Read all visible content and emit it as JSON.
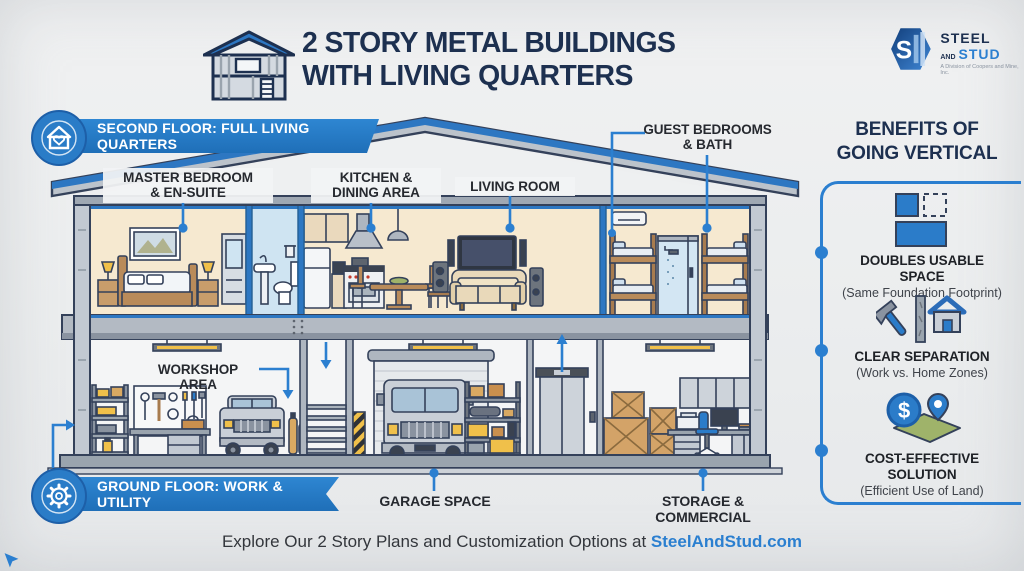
{
  "header": {
    "title_line1": "2 STORY METAL BUILDINGS",
    "title_line2": "WITH LIVING QUARTERS",
    "logo": {
      "mark": "S",
      "word1": "STEEL",
      "word2": "AND",
      "word3": "STUD",
      "tagline": "A Division of Coopers and Mine, Inc."
    }
  },
  "banners": {
    "second_floor": "SECOND FLOOR: FULL LIVING QUARTERS",
    "ground_floor": "GROUND FLOOR: WORK & UTILITY"
  },
  "room_labels": {
    "master_bedroom": [
      "MASTER BEDROOM",
      "& EN-SUITE"
    ],
    "kitchen": [
      "KITCHEN &",
      "DINING AREA"
    ],
    "living_room": "LIVING ROOM",
    "guest_bedrooms": [
      "GUEST BEDROOMS",
      "& BATH"
    ],
    "workshop": "WORKSHOP AREA",
    "garage": "GARAGE SPACE",
    "storage": "STORAGE & COMMERCIAL"
  },
  "benefits": {
    "heading_line1": "BENEFITS OF",
    "heading_line2": "GOING VERTICAL",
    "items": [
      {
        "title": "DOUBLES USABLE SPACE",
        "subtitle": "(Same Foundation Footprint)",
        "icon": "stacked-floors-icon"
      },
      {
        "title": "CLEAR SEPARATION",
        "subtitle": "(Work vs. Home Zones)",
        "icon": "hammer-house-icon"
      },
      {
        "title": "COST-EFFECTIVE SOLUTION",
        "subtitle": "(Efficient Use of Land)",
        "icon": "dollar-map-icon",
        "icon_glyph": "$"
      }
    ]
  },
  "footer": {
    "text": "Explore Our 2 Story Plans and Customization Options at ",
    "link": "SteelAndStud.com"
  },
  "colors": {
    "accent_blue": "#2b7fd0",
    "ribbon_blue": "#2379c6",
    "navy": "#1d3050",
    "roof_blue": "#2d77c2",
    "text_dark": "#26292f",
    "wood": "#c89d6b",
    "land_green": "#9fb36a"
  }
}
